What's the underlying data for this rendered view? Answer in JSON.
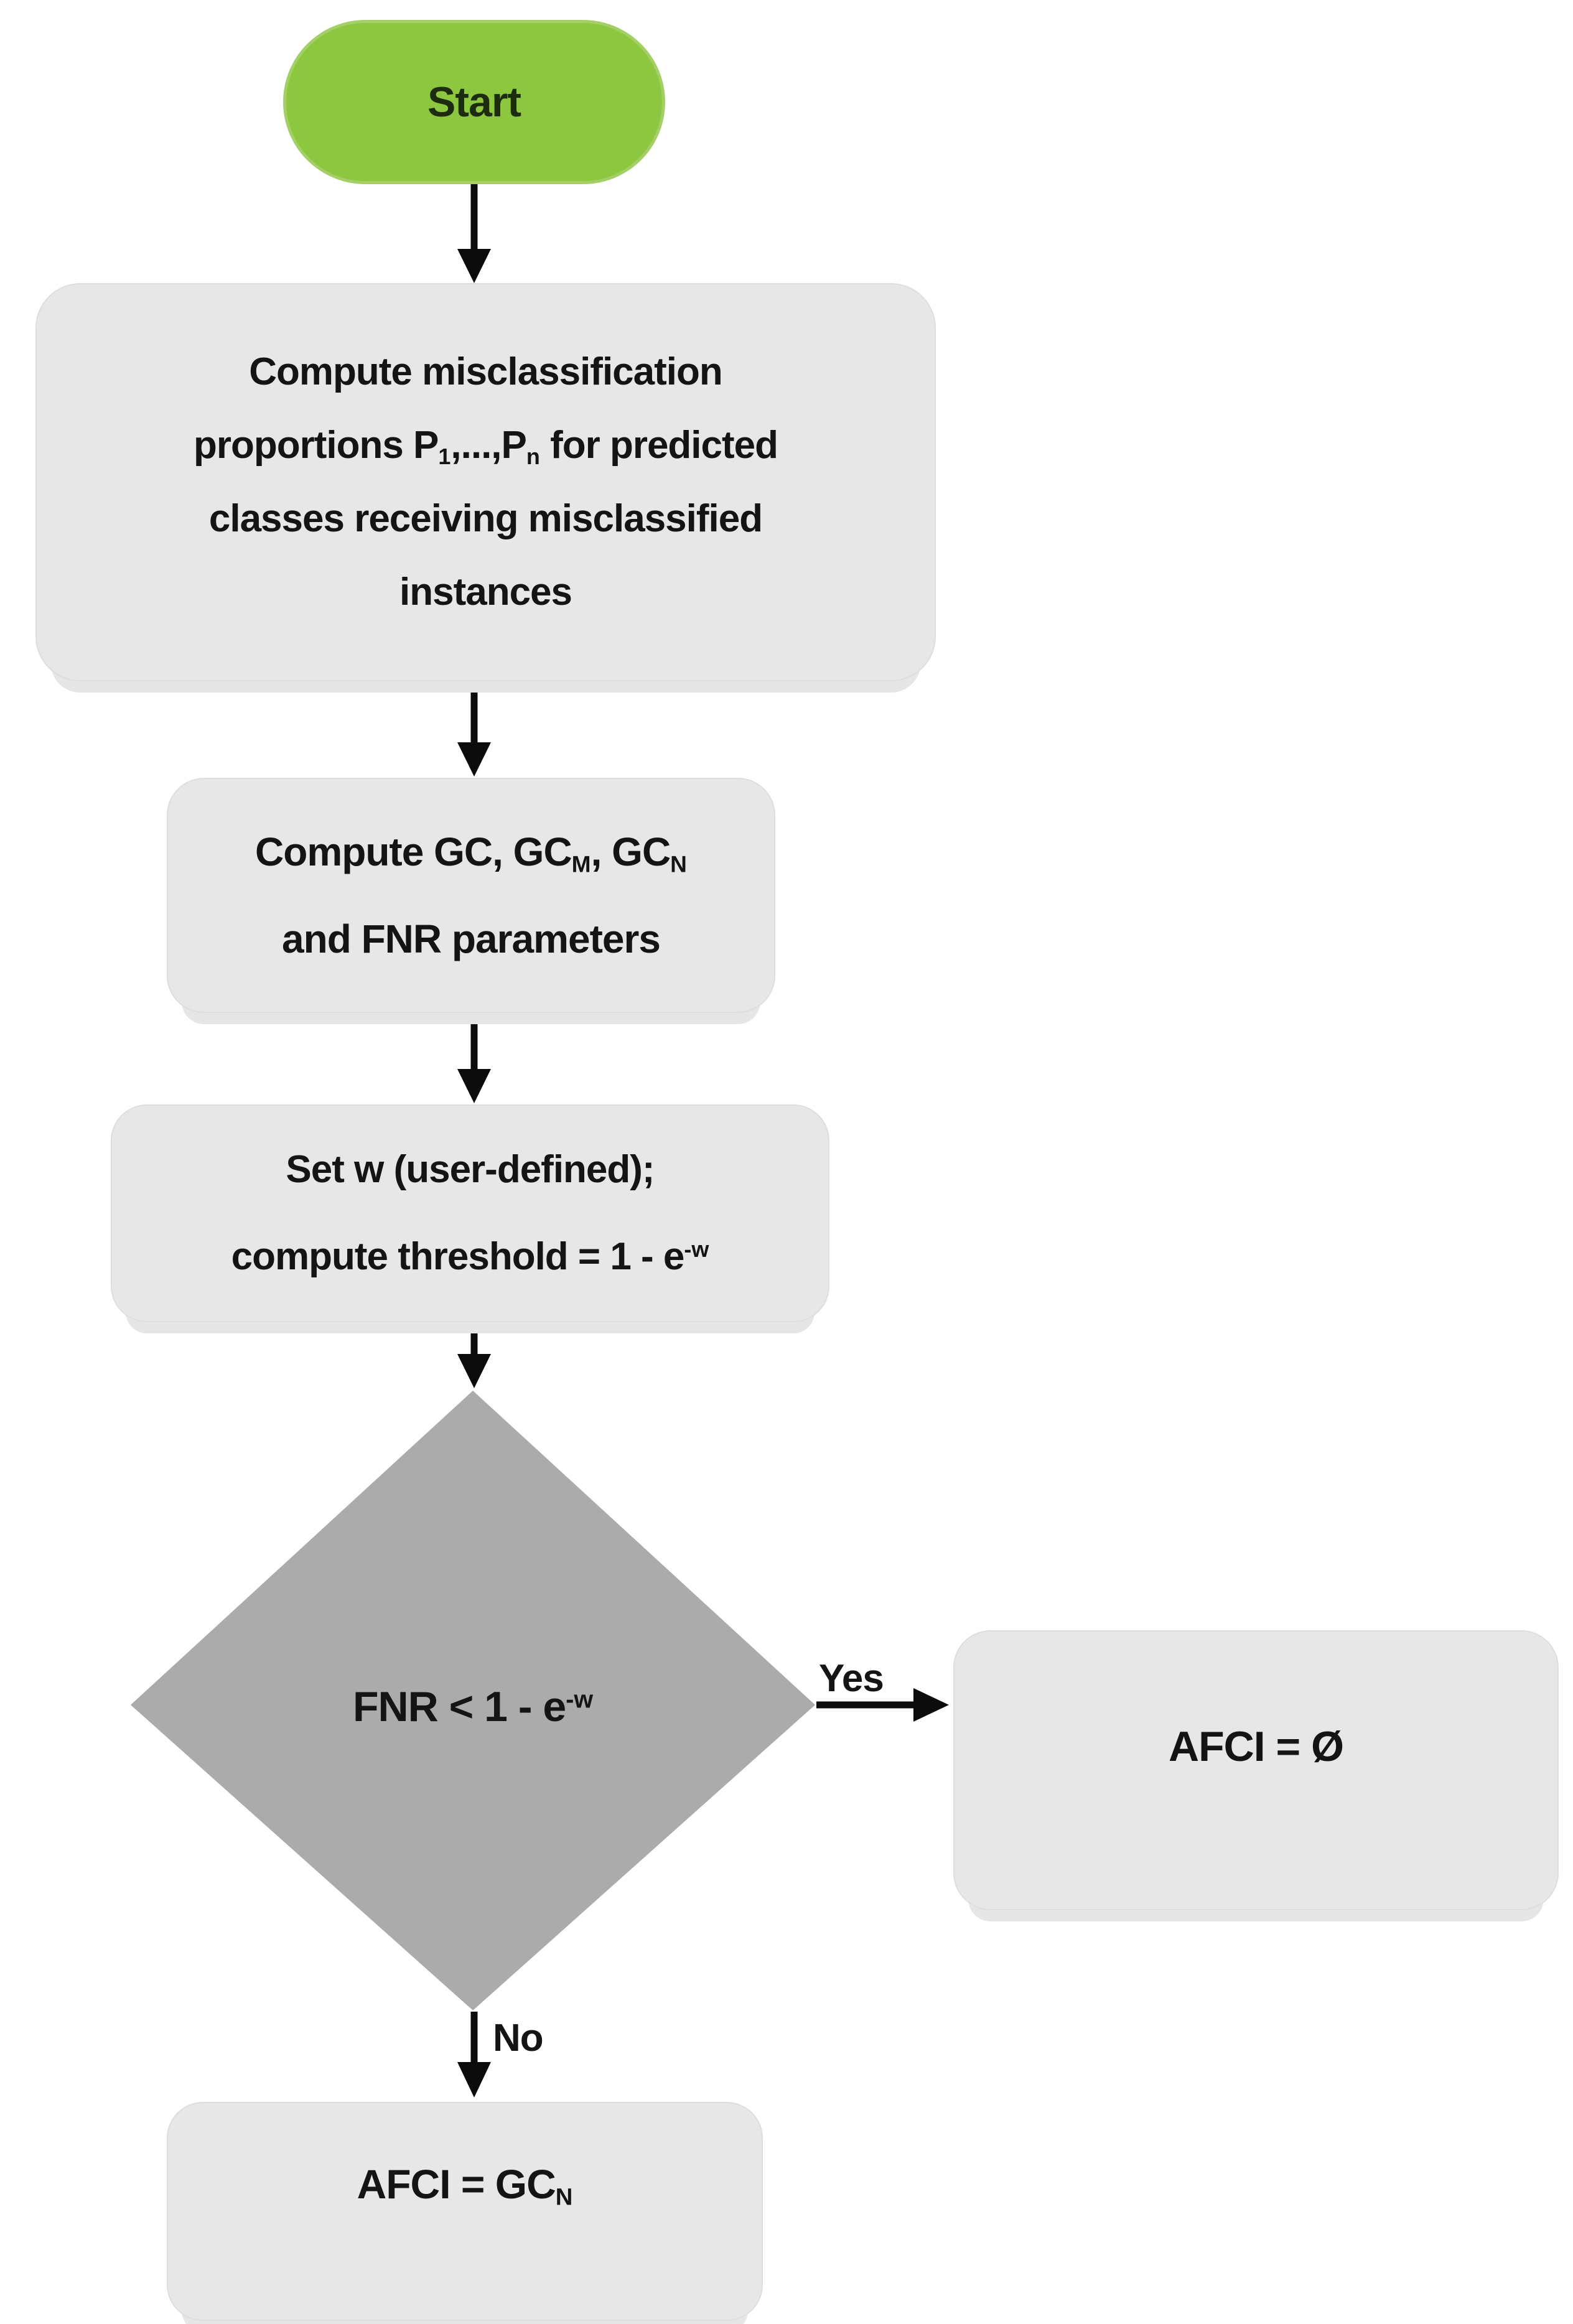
{
  "flowchart": {
    "title": "AFCI decision flowchart",
    "colors": {
      "start_fill": "#8dc63f",
      "start_border": "#a3cf66",
      "start_text": "#1d2c0e",
      "process_fill": "#e8e7e8",
      "decision_fill": "#ababab",
      "arrow": "#0b0b0b",
      "text": "#141414"
    },
    "nodes": {
      "start": {
        "type": "terminator",
        "label": [
          [
            {
              "t": "Start"
            }
          ]
        ]
      },
      "proportions": {
        "type": "process",
        "label": [
          [
            {
              "t": "Compute misclassification"
            }
          ],
          [
            {
              "t": "proportions P"
            },
            {
              "t": "1",
              "style": "sub"
            },
            {
              "t": ",...,P"
            },
            {
              "t": "n",
              "style": "sub"
            },
            {
              "t": " for predicted"
            }
          ],
          [
            {
              "t": "classes receiving misclassified"
            }
          ],
          [
            {
              "t": "instances"
            }
          ]
        ]
      },
      "parameters": {
        "type": "process",
        "label": [
          [
            {
              "t": "Compute GC, GC"
            },
            {
              "t": "M",
              "style": "sub"
            },
            {
              "t": ", GC"
            },
            {
              "t": "N",
              "style": "sub"
            }
          ],
          [
            {
              "t": "and FNR parameters"
            }
          ]
        ]
      },
      "threshold": {
        "type": "process",
        "label": [
          [
            {
              "t": "Set w (user-defined);"
            }
          ],
          [
            {
              "t": "compute threshold = 1 - e"
            },
            {
              "t": "-w",
              "style": "sup"
            }
          ]
        ]
      },
      "decision": {
        "type": "decision",
        "label": [
          [
            {
              "t": "FNR < 1 - e"
            },
            {
              "t": "-w",
              "style": "sup"
            }
          ]
        ]
      },
      "afci_empty": {
        "type": "process",
        "label": [
          [
            {
              "t": "AFCI = Ø"
            }
          ]
        ]
      },
      "afci_gcn": {
        "type": "process",
        "label": [
          [
            {
              "t": "AFCI = GC"
            },
            {
              "t": "N",
              "style": "sub"
            }
          ]
        ]
      }
    },
    "edges": [
      {
        "from": "start",
        "to": "proportions",
        "label": ""
      },
      {
        "from": "proportions",
        "to": "parameters",
        "label": ""
      },
      {
        "from": "parameters",
        "to": "threshold",
        "label": ""
      },
      {
        "from": "threshold",
        "to": "decision",
        "label": ""
      },
      {
        "from": "decision",
        "to": "afci_empty",
        "label": "Yes"
      },
      {
        "from": "decision",
        "to": "afci_gcn",
        "label": "No"
      }
    ]
  }
}
